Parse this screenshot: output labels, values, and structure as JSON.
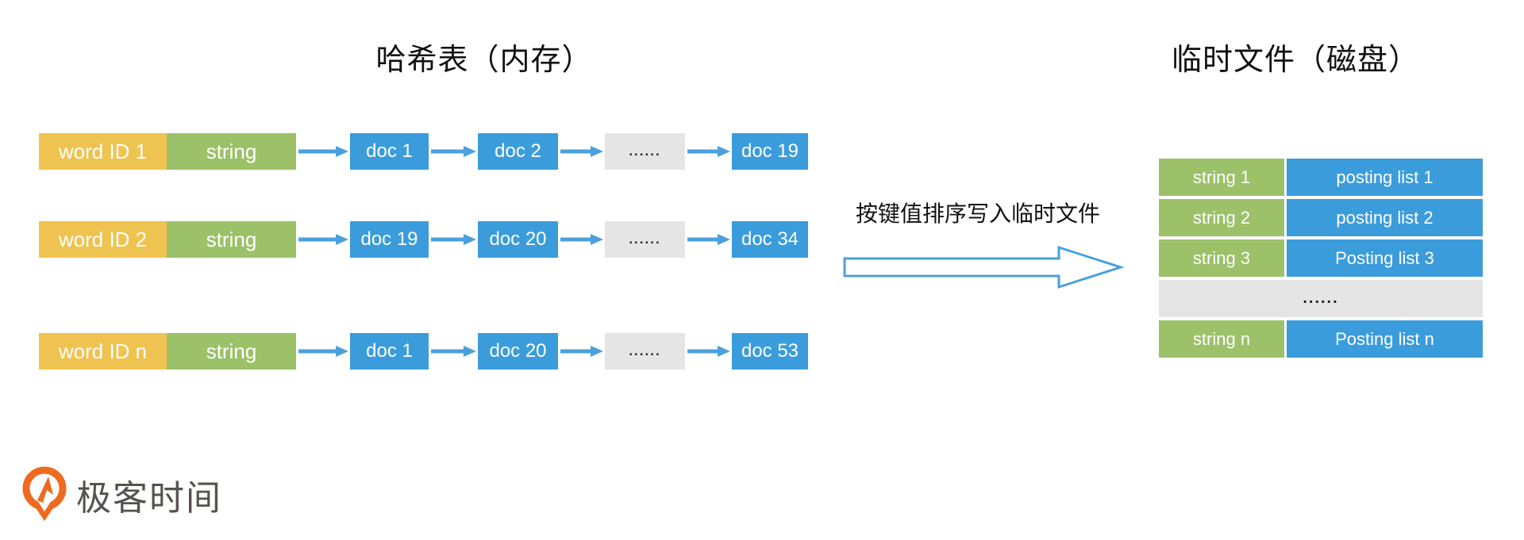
{
  "titles": {
    "left": "哈希表（内存）",
    "right": "临时文件（磁盘）"
  },
  "hash_table": {
    "rows": [
      {
        "word_id": "word ID 1",
        "string_label": "string",
        "docs": [
          "doc 1",
          "doc 2",
          "......",
          "doc 19"
        ]
      },
      {
        "word_id": "word ID 2",
        "string_label": "string",
        "docs": [
          "doc 19",
          "doc 20",
          "......",
          "doc 34"
        ]
      },
      {
        "word_id": "word ID n",
        "string_label": "string",
        "docs": [
          "doc 1",
          "doc 20",
          "......",
          "doc 53"
        ]
      }
    ]
  },
  "transfer": {
    "label": "按键值排序写入临时文件"
  },
  "temp_file": {
    "rows": [
      {
        "string": "string 1",
        "posting": "posting list 1"
      },
      {
        "string": "string 2",
        "posting": "posting list 2"
      },
      {
        "string": "string 3",
        "posting": "Posting list 3"
      },
      {
        "ellipsis": "......"
      },
      {
        "string": "string n",
        "posting": "Posting list n"
      }
    ]
  },
  "logo": {
    "text": "极客时间"
  },
  "colors": {
    "yellow": "#EFC350",
    "green": "#9CC169",
    "blue": "#3B9CDB",
    "gray": "#E5E5E5",
    "arrow_blue": "#4BA0DC",
    "logo_orange": "#EE6A20",
    "logo_text": "#56524D"
  }
}
